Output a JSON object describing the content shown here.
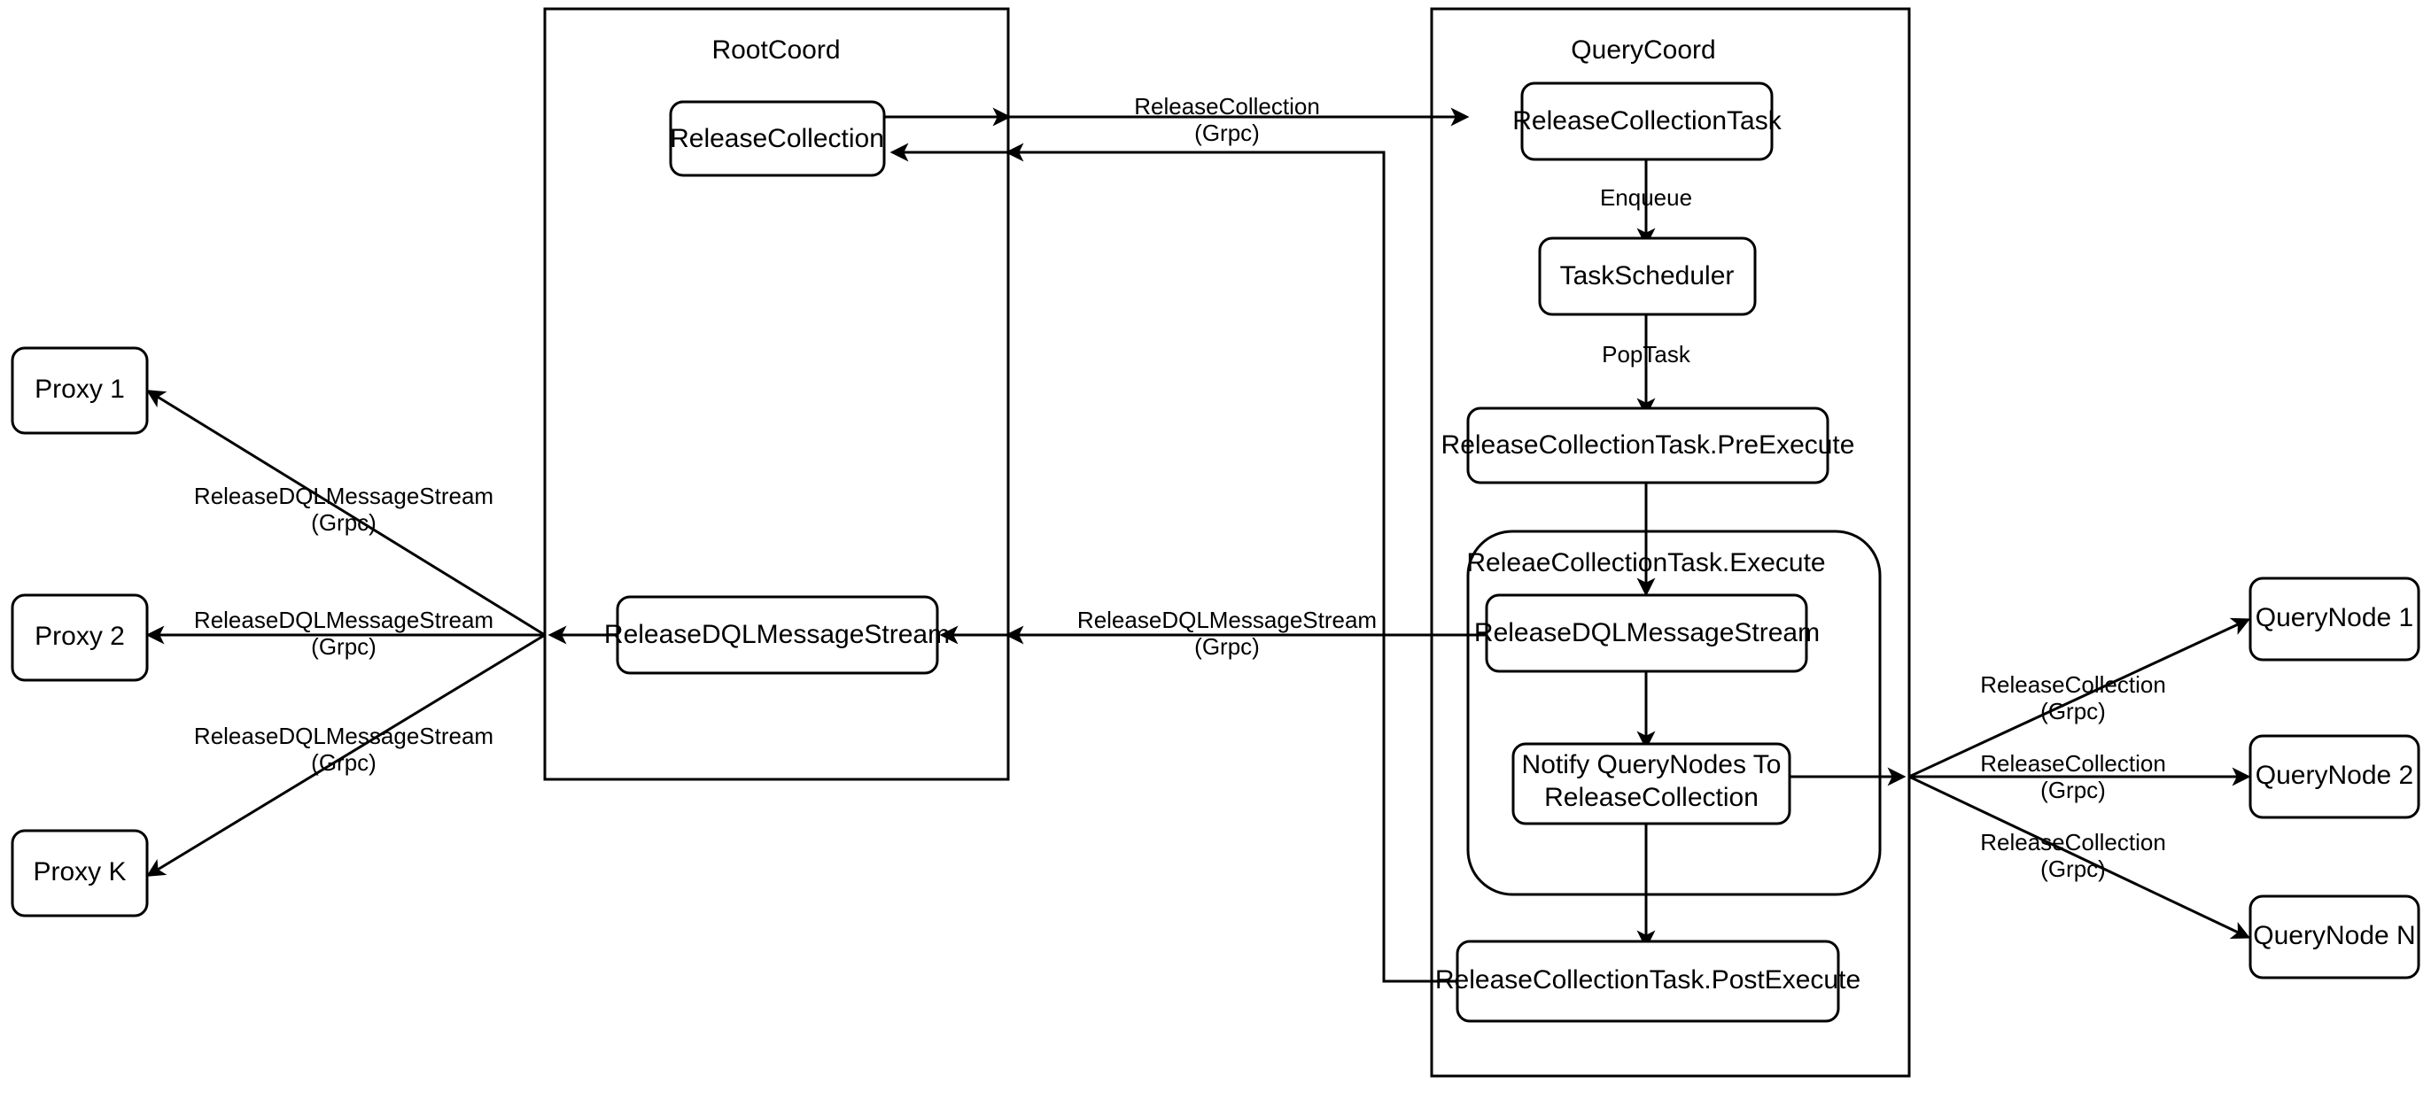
{
  "diagram": {
    "title": "Milvus ReleaseCollection flow",
    "background": "#ffffff",
    "stroke_color": "#000000",
    "containers": [
      {
        "id": "rootcoord",
        "label": "RootCoord"
      },
      {
        "id": "querycoord",
        "label": "QueryCoord"
      },
      {
        "id": "execute_group",
        "label": "ReleaeCollectionTask.Execute"
      }
    ],
    "nodes": [
      {
        "id": "proxy1",
        "label": "Proxy 1"
      },
      {
        "id": "proxy2",
        "label": "Proxy 2"
      },
      {
        "id": "proxyk",
        "label": "Proxy K"
      },
      {
        "id": "rc_release_collection",
        "label": "ReleaseCollection"
      },
      {
        "id": "rc_release_dql",
        "label": "ReleaseDQLMessageStream"
      },
      {
        "id": "qc_release_collection_task",
        "label": "ReleaseCollectionTask"
      },
      {
        "id": "qc_task_scheduler",
        "label": "TaskScheduler"
      },
      {
        "id": "qc_pre_execute",
        "label": "ReleaseCollectionTask.PreExecute"
      },
      {
        "id": "qc_release_dql",
        "label": "ReleaseDQLMessageStream"
      },
      {
        "id": "qc_notify_line1",
        "label": "Notify QueryNodes To"
      },
      {
        "id": "qc_notify_line2",
        "label": "ReleaseCollection"
      },
      {
        "id": "qc_post_execute",
        "label": "ReleaseCollectionTask.PostExecute"
      },
      {
        "id": "querynode1",
        "label": "QueryNode 1"
      },
      {
        "id": "querynode2",
        "label": "QueryNode 2"
      },
      {
        "id": "querynoden",
        "label": "QueryNode N"
      }
    ],
    "edge_labels": {
      "release_collection_grpc_line1": "ReleaseCollection",
      "release_collection_grpc_line2": "(Grpc)",
      "release_dql_grpc_line1": "ReleaseDQLMessageStream",
      "release_dql_grpc_line2": "(Grpc)",
      "enqueue": "Enqueue",
      "pop_task": "PopTask"
    },
    "edges": [
      {
        "id": "rootcoord-to-querycoord",
        "from": "rc_release_collection",
        "to": "qc_release_collection_task",
        "label": "ReleaseCollection (Grpc)"
      },
      {
        "id": "querycoord-postexecute-to-rootcoord",
        "from": "qc_post_execute",
        "to": "rc_release_collection",
        "label": ""
      },
      {
        "id": "releasecollectiontask-to-taskscheduler",
        "from": "qc_release_collection_task",
        "to": "qc_task_scheduler",
        "label": "Enqueue"
      },
      {
        "id": "taskscheduler-to-preexecute",
        "from": "qc_task_scheduler",
        "to": "qc_pre_execute",
        "label": "PopTask"
      },
      {
        "id": "preexecute-to-releasedql",
        "from": "qc_pre_execute",
        "to": "qc_release_dql",
        "label": ""
      },
      {
        "id": "releasedql-to-notify",
        "from": "qc_release_dql",
        "to": "qc_notify",
        "label": ""
      },
      {
        "id": "notify-to-postexecute",
        "from": "qc_notify",
        "to": "qc_post_execute",
        "label": ""
      },
      {
        "id": "qc-releasedql-to-rootcoord",
        "from": "qc_release_dql",
        "to": "rc_release_dql",
        "label": "ReleaseDQLMessageStream (Grpc)"
      },
      {
        "id": "rootcoord-to-proxy1",
        "from": "rc_release_dql",
        "to": "proxy1",
        "label": "ReleaseDQLMessageStream (Grpc)"
      },
      {
        "id": "rootcoord-to-proxy2",
        "from": "rc_release_dql",
        "to": "proxy2",
        "label": "ReleaseDQLMessageStream (Grpc)"
      },
      {
        "id": "rootcoord-to-proxyk",
        "from": "rc_release_dql",
        "to": "proxyk",
        "label": "ReleaseDQLMessageStream (Grpc)"
      },
      {
        "id": "notify-to-querynode1",
        "from": "qc_notify",
        "to": "querynode1",
        "label": "ReleaseCollection (Grpc)"
      },
      {
        "id": "notify-to-querynode2",
        "from": "qc_notify",
        "to": "querynode2",
        "label": "ReleaseCollection (Grpc)"
      },
      {
        "id": "notify-to-querynoden",
        "from": "qc_notify",
        "to": "querynoden",
        "label": "ReleaseCollection (Grpc)"
      }
    ]
  }
}
